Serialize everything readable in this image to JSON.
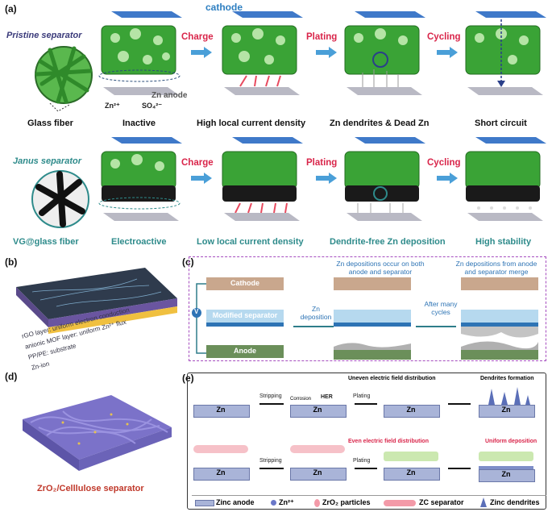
{
  "panel_a": {
    "letter": "(a)",
    "cathode_label": "cathode",
    "pristine_label": "Pristine separator",
    "janus_label": "Janus separator",
    "zn_anode_label": "Zn anode",
    "zn_ion_label": "Zn²⁺",
    "so4_label": "SO₄²⁻",
    "steps_top": [
      "Charge",
      "Plating",
      "Cycling"
    ],
    "steps_bottom": [
      "Charge",
      "Plating",
      "Cycling"
    ],
    "captions_top": [
      "Glass fiber",
      "Inactive",
      "High local current density",
      "Zn dendrites & Dead Zn",
      "Short circuit"
    ],
    "captions_bottom": [
      "VG@glass fiber",
      "Electroactive",
      "Low local current density",
      "Dendrite-free Zn deposition",
      "High stability"
    ]
  },
  "panel_b": {
    "letter": "(b)",
    "legend": [
      "rGO layer: uniform electron conduction",
      "anionic MOF layer: uniform Zn²⁺ flux",
      "PP/PE: substrate",
      "Zn-ion"
    ]
  },
  "panel_c": {
    "letter": "(c)",
    "cathode": "Cathode",
    "modified_separator": "Modified separator",
    "anode": "Anode",
    "voltage": "V",
    "step1": "Zn deposition",
    "step2": "After many cycles",
    "note1": "Zn depositions occur on both anode and separator",
    "note2": "Zn depositions from anode and separator merge"
  },
  "panel_d": {
    "letter": "(d)",
    "caption": "ZrO₂/Celllulose separator"
  },
  "panel_e": {
    "letter": "(e)",
    "zn": "Zn",
    "stripping": "Stripping",
    "plating": "Plating",
    "corrosion": "Corrosion",
    "her": "HER",
    "uneven": "Uneven electric field distribution",
    "dendrites": "Dendrites formation",
    "even": "Even electric field distribution",
    "uniform": "Uniform deposition",
    "legend": [
      "Zinc anode",
      "Zn²⁺",
      "ZrO₂ particles",
      "ZC separator",
      "Zinc dendrites"
    ]
  },
  "colors": {
    "green": "#3aa336",
    "teal": "#2e8b8b",
    "red_step": "#d9254a",
    "purple_border": "#a64dbf",
    "blue_arrow": "#4a9fd8"
  }
}
